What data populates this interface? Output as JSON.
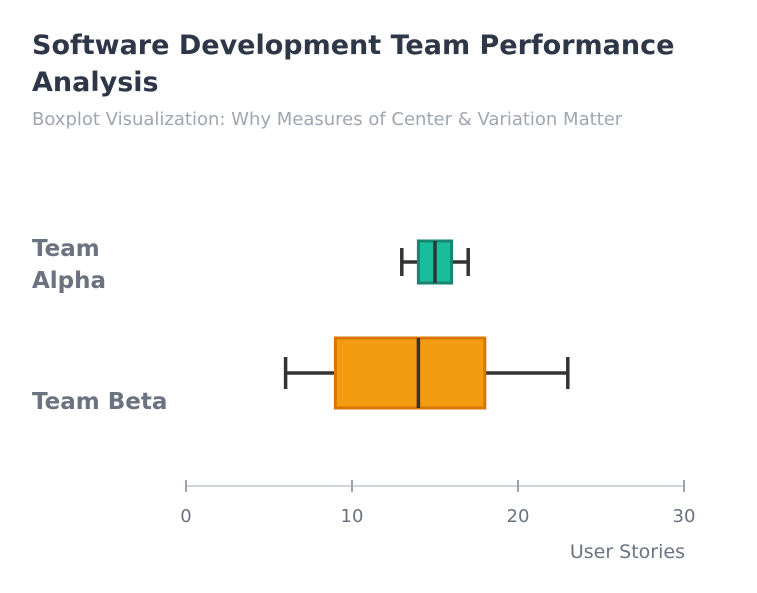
{
  "chart_data": {
    "type": "boxplot",
    "title": "Software Development Team Performance Analysis",
    "subtitle": "Boxplot Visualization: Why Measures of Center & Variation Matter",
    "xlabel": "User Stories",
    "ylabel": "",
    "xlim": [
      0,
      30
    ],
    "xticks": [
      "0",
      "10",
      "20",
      "30"
    ],
    "orientation": "horizontal",
    "grid": false,
    "series": [
      {
        "name": "Team Alpha",
        "label_lines": [
          "Team",
          "Alpha"
        ],
        "min": 13,
        "q1": 14,
        "median": 15,
        "q3": 16,
        "max": 17,
        "color": "#1abc9c",
        "stroke": "#168670"
      },
      {
        "name": "Team Beta",
        "label_lines": [
          "Team Beta"
        ],
        "min": 6,
        "q1": 9,
        "median": 14,
        "q3": 18,
        "max": 23,
        "color": "#f39c12",
        "stroke": "#d97706"
      }
    ]
  }
}
